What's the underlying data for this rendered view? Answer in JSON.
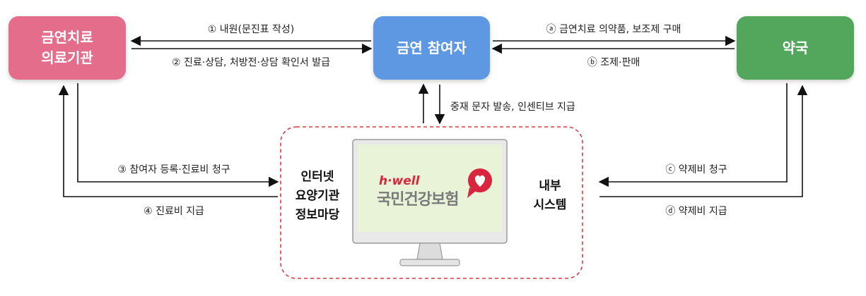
{
  "nodes": {
    "clinic": "금연치료\n의료기관",
    "participant": "금연 참여자",
    "pharmacy": "약국"
  },
  "edges": {
    "e1": "① 내원(문진표 작성)",
    "e2": "② 진료·상담, 처방전·상담 확인서 발급",
    "ea": "ⓐ 금연치료 의약품, 보조제 구매",
    "eb": "ⓑ 조제·판매",
    "mid": "중재 문자 발송, 인센티브 지급",
    "e3": "③ 참여자 등록·진료비 청구",
    "e4": "④ 진료비 지급",
    "ec": "ⓒ 약제비 청구",
    "ed": "ⓓ 약제비 지급"
  },
  "system": {
    "left_title": "인터넷\n요양기관\n정보마당",
    "right_title": "내부\n시스템",
    "screen_brand": "h·well",
    "screen_org": "국민건강보험"
  },
  "colors": {
    "clinic": "#e36d8b",
    "participant": "#5f98e2",
    "pharmacy": "#52a75d",
    "dashed_border": "#e0393e",
    "screen_fill": "#e8f3d8",
    "logo": "#d7263d"
  },
  "icons": [
    "heart-logo-icon",
    "monitor-icon"
  ]
}
